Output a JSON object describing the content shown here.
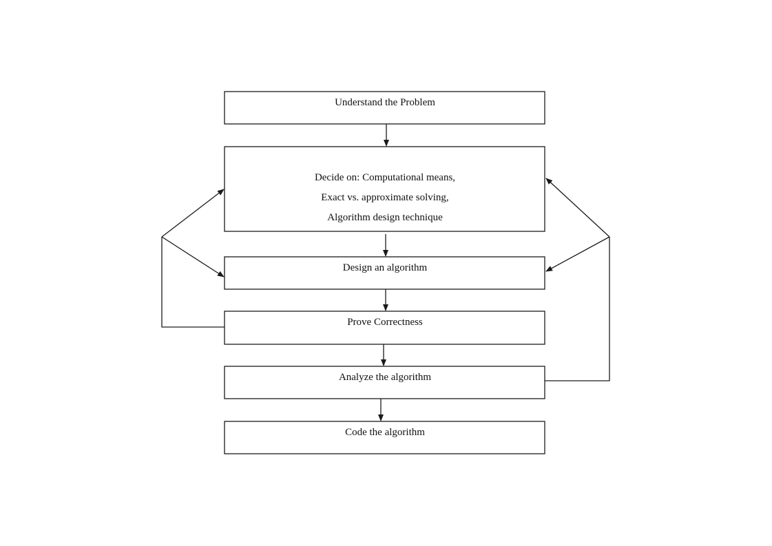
{
  "nodes": {
    "understand": {
      "label": "Understand the Problem"
    },
    "decide": {
      "lines": [
        "Decide on: Computational means,",
        "Exact vs. approximate solving,",
        "Algorithm design technique"
      ]
    },
    "design": {
      "label": "Design an algorithm"
    },
    "prove": {
      "label": "Prove Correctness"
    },
    "analyze": {
      "label": "Analyze the algorithm"
    },
    "code": {
      "label": "Code the algorithm"
    }
  },
  "edges": [
    {
      "from": "understand",
      "to": "decide"
    },
    {
      "from": "decide",
      "to": "design"
    },
    {
      "from": "design",
      "to": "prove"
    },
    {
      "from": "prove",
      "to": "analyze"
    },
    {
      "from": "analyze",
      "to": "code"
    },
    {
      "from": "prove",
      "to": "decide",
      "kind": "feedback"
    },
    {
      "from": "prove",
      "to": "design",
      "kind": "feedback"
    },
    {
      "from": "analyze",
      "to": "decide",
      "kind": "feedback"
    },
    {
      "from": "analyze",
      "to": "design",
      "kind": "feedback"
    }
  ]
}
